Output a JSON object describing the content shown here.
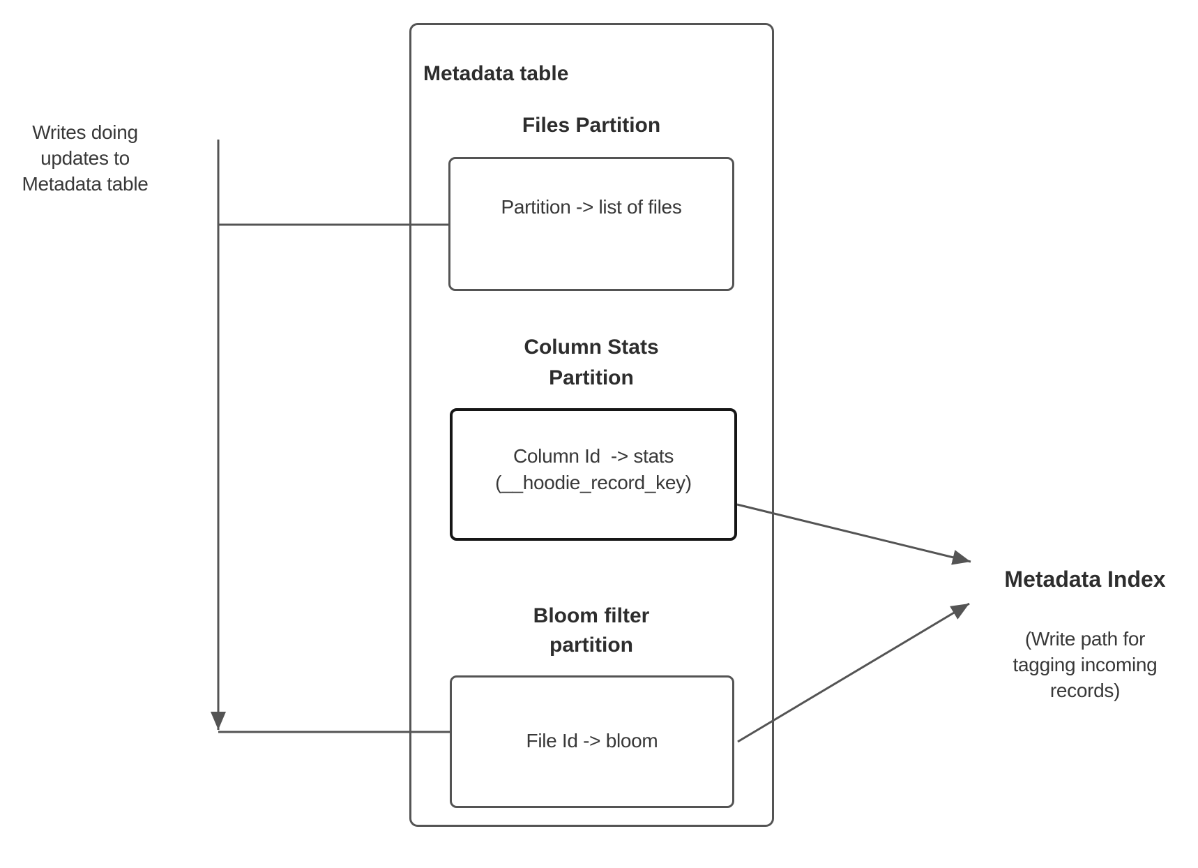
{
  "colors": {
    "line": "#545454",
    "box_border": "#545454",
    "emphasis_border": "#161616",
    "text": "#333333",
    "background": "#ffffff"
  },
  "annotations": {
    "writes_label": "Writes doing\nupdates to\nMetadata table"
  },
  "metadata_table": {
    "title": "Metadata table",
    "partitions": [
      {
        "heading": "Files Partition",
        "box_label": "Partition -> list of files",
        "emphasized": false
      },
      {
        "heading": "Column Stats\nPartition",
        "box_label": "Column Id  -> stats\n(__hoodie_record_key)",
        "emphasized": true
      },
      {
        "heading": "Bloom filter\npartition",
        "box_label": "File Id -> bloom",
        "emphasized": false
      }
    ]
  },
  "metadata_index": {
    "title": "Metadata Index",
    "subtitle": "(Write path for\ntagging incoming\nrecords)"
  }
}
